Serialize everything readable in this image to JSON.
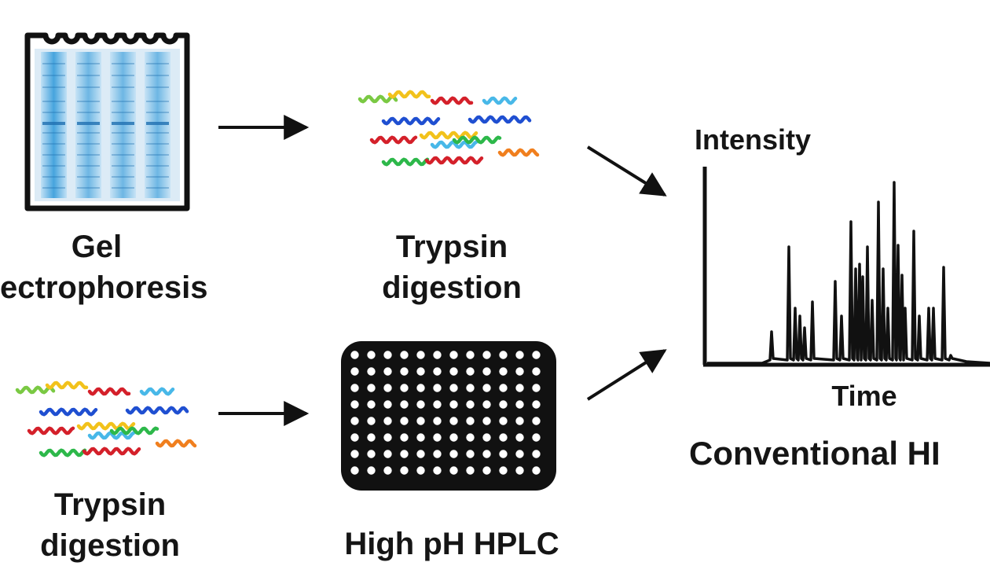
{
  "gel": {
    "label_line1": "Gel",
    "label_line2": "ectrophoresis",
    "lanes": 4,
    "gel_color": "#4aa8e0",
    "gel_light_color": "#cfe6f7"
  },
  "trypsin_top": {
    "line1": "Trypsin",
    "line2": "digestion"
  },
  "trypsin_bottom": {
    "line1": "Trypsin",
    "line2": "digestion"
  },
  "hplc_plate": {
    "label": "High pH HPLC",
    "rows": 8,
    "cols": 12
  },
  "chromatogram": {
    "y_axis_label": "Intensity",
    "x_axis_label": "Time",
    "caption": "Conventional HI"
  },
  "peptide_colors": [
    "#7ac943",
    "#f2c21b",
    "#d4202a",
    "#48b8e8",
    "#1f4fd1",
    "#2db84a",
    "#f07f1e"
  ],
  "arrow_color": "#111111",
  "ink_color": "#111111"
}
